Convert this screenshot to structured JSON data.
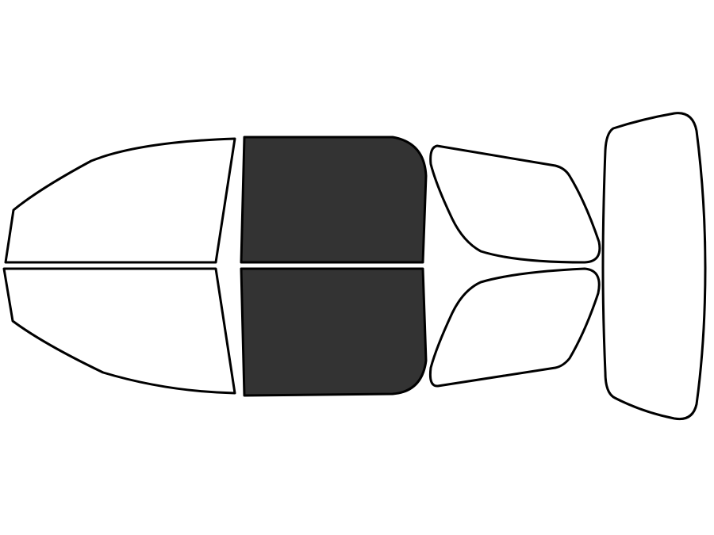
{
  "diagram": {
    "background": "#ffffff",
    "outline_color": "#000000",
    "colors": {
      "tinted": "#333333",
      "untinted": "#ffffff"
    },
    "windows": [
      {
        "id": "windshield-top",
        "tinted": false
      },
      {
        "id": "windshield-bottom",
        "tinted": false
      },
      {
        "id": "front-door-top",
        "tinted": true
      },
      {
        "id": "front-door-bottom",
        "tinted": true
      },
      {
        "id": "rear-door-top",
        "tinted": false
      },
      {
        "id": "rear-door-bottom",
        "tinted": false
      },
      {
        "id": "rear-window",
        "tinted": false
      }
    ]
  }
}
